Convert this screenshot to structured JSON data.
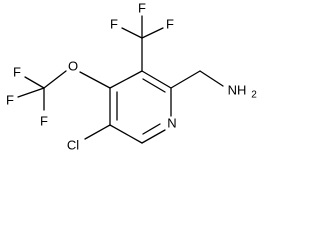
{
  "molecule": {
    "atom_labels": {
      "f_top_left": "F",
      "f_top": "F",
      "f_top_right": "F",
      "f_left_top": "F",
      "f_left_middle": "F",
      "f_left_bottom": "F",
      "oxygen": "O",
      "chlorine": "Cl",
      "nitrogen": "N",
      "amine_main": "NH",
      "amine_subscript": "2"
    }
  }
}
